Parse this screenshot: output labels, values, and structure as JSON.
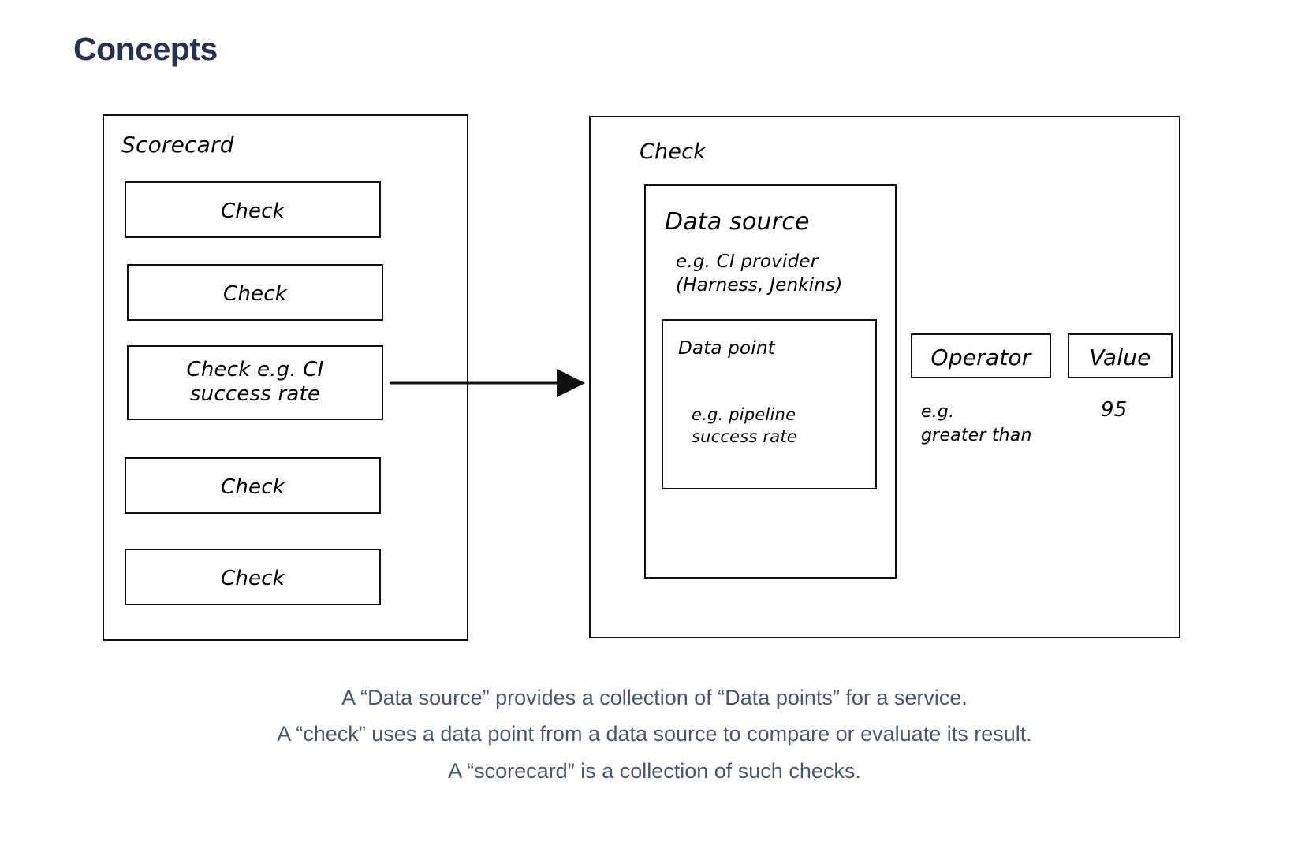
{
  "page": {
    "title": "Concepts",
    "title_color": "#27314f",
    "background": "#ffffff",
    "stroke_color": "#111111"
  },
  "diagram": {
    "scorecard": {
      "label": "Scorecard",
      "checks": [
        {
          "label": "Check"
        },
        {
          "label": "Check"
        },
        {
          "label": "Check e.g. CI\nsuccess rate"
        },
        {
          "label": "Check"
        },
        {
          "label": "Check"
        }
      ]
    },
    "connector": {
      "name": "arrow",
      "from": "scorecard-check-ci",
      "to": "check-detail"
    },
    "check_detail": {
      "label": "Check",
      "data_source": {
        "label": "Data source",
        "example": "e.g. CI provider\n(Harness, Jenkins)",
        "data_point": {
          "label": "Data point",
          "example": "e.g. pipeline\nsuccess rate"
        }
      },
      "operator": {
        "label": "Operator",
        "example": "e.g.\ngreater than"
      },
      "value": {
        "label": "Value",
        "example": "95"
      }
    }
  },
  "caption": {
    "lines": [
      "A “Data source” provides a collection of “Data points” for a service.",
      "A “check” uses a data point from a data source to compare or evaluate its result.",
      "A “scorecard” is a collection of such checks."
    ],
    "color": "#4b5571"
  }
}
